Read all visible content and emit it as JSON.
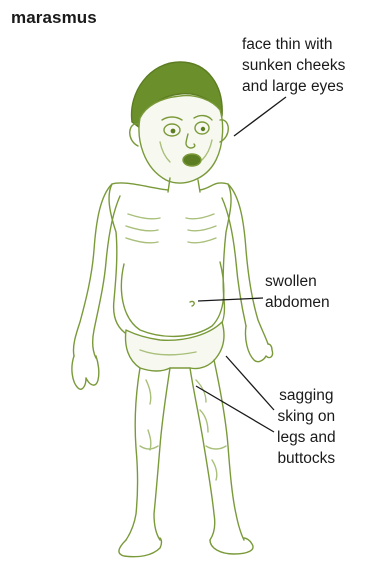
{
  "title": "marasmus",
  "labels": {
    "face": [
      "face thin with",
      "sunken cheeks",
      "and large eyes"
    ],
    "abdomen": [
      "swollen",
      "abdomen"
    ],
    "skin": [
      "sagging",
      "sking on",
      "legs and",
      "buttocks"
    ]
  },
  "colors": {
    "illustration": "#7a9a3a",
    "hair": "#6b8f2a",
    "shading": "#a9bf7a",
    "pointer": "#1a1a1a"
  }
}
